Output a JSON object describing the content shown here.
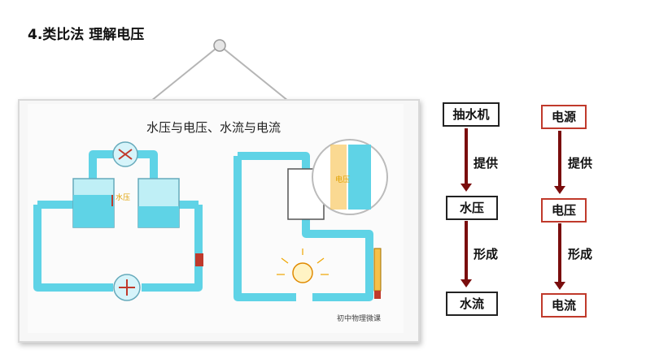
{
  "heading": "4.类比法 理解电压",
  "picture": {
    "caption": "水压与电压、水流与电流",
    "credit": "初中物理微课",
    "water_label": "水压",
    "elec_label": "电压"
  },
  "water_chain": {
    "nodes": [
      "抽水机",
      "水压",
      "水流"
    ],
    "links": [
      "提供",
      "形成"
    ]
  },
  "elec_chain": {
    "nodes": [
      "电源",
      "电压",
      "电流"
    ],
    "links": [
      "提供",
      "形成"
    ]
  }
}
